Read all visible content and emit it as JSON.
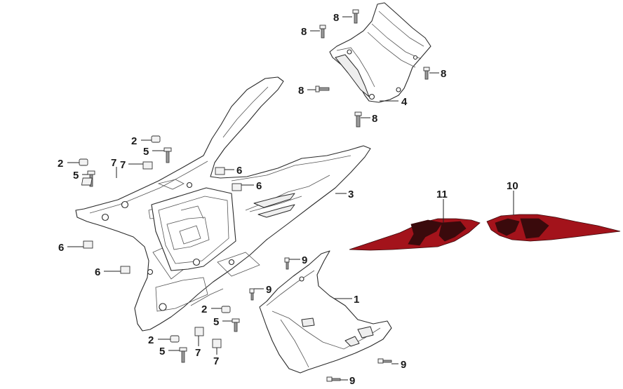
{
  "callouts": [
    {
      "id": "c1",
      "text": "1"
    },
    {
      "id": "c2a",
      "text": "2"
    },
    {
      "id": "c2b",
      "text": "2"
    },
    {
      "id": "c2c",
      "text": "2"
    },
    {
      "id": "c2d",
      "text": "2"
    },
    {
      "id": "c3",
      "text": "3"
    },
    {
      "id": "c4",
      "text": "4"
    },
    {
      "id": "c5a",
      "text": "5"
    },
    {
      "id": "c5b",
      "text": "5"
    },
    {
      "id": "c5c",
      "text": "5"
    },
    {
      "id": "c5d",
      "text": "5"
    },
    {
      "id": "c6a",
      "text": "6"
    },
    {
      "id": "c6b",
      "text": "6"
    },
    {
      "id": "c6c",
      "text": "6"
    },
    {
      "id": "c6d",
      "text": "6"
    },
    {
      "id": "c7a",
      "text": "7"
    },
    {
      "id": "c7b",
      "text": "7"
    },
    {
      "id": "c7c",
      "text": "7"
    },
    {
      "id": "c7d",
      "text": "7"
    },
    {
      "id": "c8a",
      "text": "8"
    },
    {
      "id": "c8b",
      "text": "8"
    },
    {
      "id": "c8c",
      "text": "8"
    },
    {
      "id": "c8d",
      "text": "8"
    },
    {
      "id": "c8e",
      "text": "8"
    },
    {
      "id": "c9a",
      "text": "9"
    },
    {
      "id": "c9b",
      "text": "9"
    },
    {
      "id": "c9c",
      "text": "9"
    },
    {
      "id": "c9d",
      "text": "9"
    },
    {
      "id": "c10",
      "text": "10"
    },
    {
      "id": "c11",
      "text": "11"
    }
  ],
  "colors": {
    "decal_red": "#a3131b",
    "decal_dark": "#3a0a0c",
    "line": "#2a2a2a"
  }
}
